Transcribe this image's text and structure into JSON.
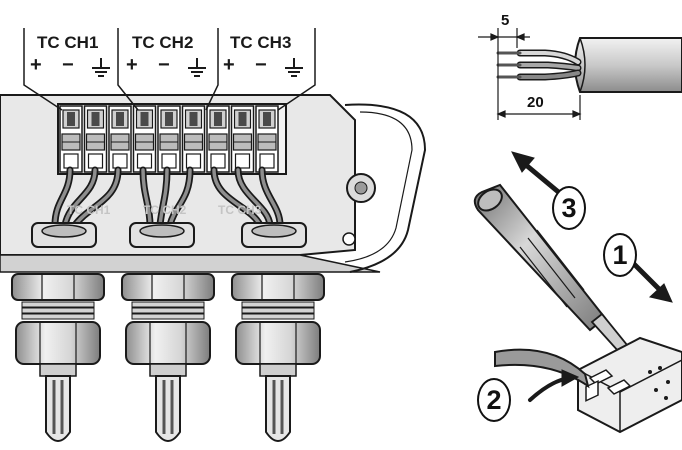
{
  "channels": [
    {
      "label": "TC CH1",
      "plus": "+",
      "minus": "−"
    },
    {
      "label": "TC CH2",
      "plus": "+",
      "minus": "−"
    },
    {
      "label": "TC CH3",
      "plus": "+",
      "minus": "−"
    }
  ],
  "board_labels": [
    "TC CH1",
    "TC CH2",
    "TC CH3"
  ],
  "dimensions": {
    "strip_length": "5",
    "jacket_length": "20"
  },
  "steps": [
    "1",
    "2",
    "3"
  ],
  "colors": {
    "stroke": "#1a1a1a",
    "housing": "#e6e6e6",
    "metal_light": "#e8e8e8",
    "metal_mid": "#bdbdbd",
    "metal_dark": "#8a8a8a",
    "wire": "#555555"
  }
}
